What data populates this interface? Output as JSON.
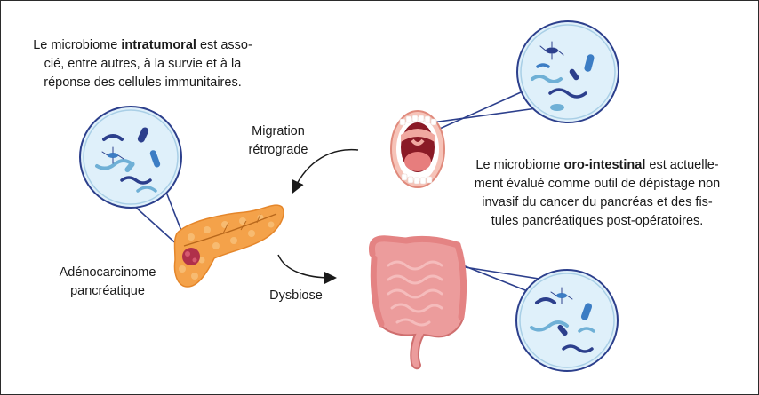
{
  "intratumoral": {
    "pre": "Le microbiome ",
    "bold": "intratumoral",
    "post": " est asso-",
    "line2": "cié, entre autres, à la survie et à la",
    "line3": "réponse des cellules immunitaires."
  },
  "oro": {
    "pre": "Le microbiome ",
    "bold": "oro-intestinal",
    "post": " est actuelle-",
    "line2": "ment évalué comme outil de dépistage non",
    "line3": "invasif du cancer du pancréas et des fis-",
    "line4": "tules pancréatiques post-opératoires."
  },
  "labels": {
    "migration_1": "Migration",
    "migration_2": "rétrograde",
    "dysbiose": "Dysbiose",
    "adeno_1": "Adénocarcinome",
    "adeno_2": "pancréatique"
  },
  "icons": {
    "pancreas": "pancreas-icon",
    "tumor": "tumor-icon",
    "mouth": "open-mouth-icon",
    "intestine": "intestine-icon",
    "bacteria": "bacteria-magnifier-icon"
  },
  "colors": {
    "pancreas": "#f4a24a",
    "tumor": "#b0304a",
    "intestine": "#ec9c9c",
    "magnifier": "#dff0fa",
    "line": "#2c3f8c"
  }
}
